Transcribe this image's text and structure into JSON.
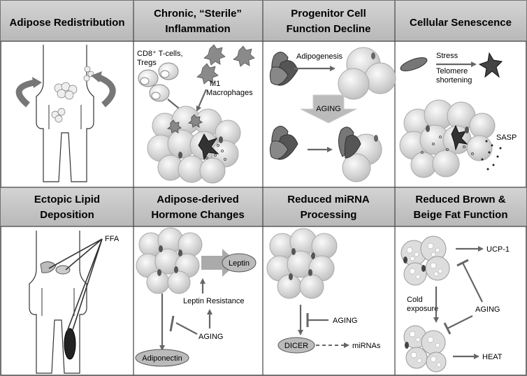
{
  "panels": [
    {
      "title_lines": [
        "Adipose Redistribution"
      ]
    },
    {
      "title_lines": [
        "Chronic, “Sterile”",
        "Inflammation"
      ],
      "labels": {
        "tcells_1": "CD8⁺ T-cells,",
        "tcells_2": "Tregs",
        "m1": "M1",
        "macrophages": "Macrophages"
      }
    },
    {
      "title_lines": [
        "Progenitor Cell",
        "Function Decline"
      ],
      "labels": {
        "adipogenesis": "Adipogenesis",
        "aging": "AGING"
      }
    },
    {
      "title_lines": [
        "Cellular Senescence"
      ],
      "labels": {
        "stress": "Stress",
        "telomere_1": "Telomere",
        "telomere_2": "shortening",
        "sasp": "SASP"
      }
    },
    {
      "title_lines": [
        "Ectopic Lipid",
        "Deposition"
      ],
      "labels": {
        "ffa": "FFA"
      }
    },
    {
      "title_lines": [
        "Adipose-derived",
        "Hormone Changes"
      ],
      "labels": {
        "leptin": "Leptin",
        "leptin_resistance": "Leptin Resistance",
        "aging": "AGING",
        "adiponectin": "Adiponectin"
      }
    },
    {
      "title_lines": [
        "Reduced miRNA",
        "Processing"
      ],
      "labels": {
        "aging": "AGING",
        "dicer": "DICER",
        "mirnas": "miRNAs"
      }
    },
    {
      "title_lines": [
        "Reduced Brown &",
        "Beige Fat Function"
      ],
      "labels": {
        "ucp1": "UCP-1",
        "cold_1": "Cold",
        "cold_2": "exposure",
        "aging": "AGING",
        "heat": "HEAT"
      }
    }
  ]
}
